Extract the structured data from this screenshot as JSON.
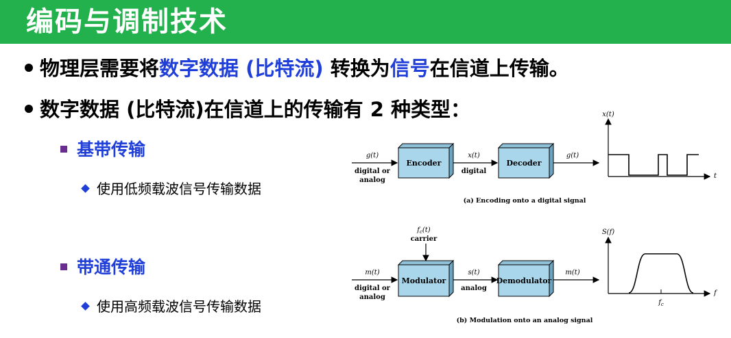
{
  "slide": {
    "title": "编码与调制技术",
    "bullet1": {
      "pre": "物理层需要将",
      "hl1": "数字数据 (比特流)",
      "mid": " 转换为",
      "hl2": "信号",
      "post": "在信道上传输。"
    },
    "bullet2": "数字数据 (比特流)在信道上的传输有 2 种类型：",
    "baseband": {
      "heading": "基带传输",
      "detail": "使用低频载波信号传输数据"
    },
    "passband": {
      "heading": "带通传输",
      "detail": "使用高频载波信号传输数据"
    }
  },
  "diagram_a": {
    "input_signal": "g(t)",
    "input_desc1": "digital or",
    "input_desc2": "analog",
    "box1": "Encoder",
    "mid_signal": "x(t)",
    "mid_desc": "digital",
    "box2": "Decoder",
    "output_signal": "g(t)",
    "caption": "(a) Encoding onto a digital signal",
    "plot_ylabel": "x(t)",
    "plot_xlabel": "t"
  },
  "diagram_b": {
    "carrier_signal": "f_c(t)",
    "carrier_label": "carrier",
    "input_signal": "m(t)",
    "input_desc1": "digital or",
    "input_desc2": "analog",
    "box1": "Modulator",
    "mid_signal": "s(t)",
    "mid_desc": "analog",
    "box2": "Demodulator",
    "output_signal": "m(t)",
    "caption": "(b) Modulation onto an analog signal",
    "plot_ylabel": "S(f)",
    "plot_xlabel": "f",
    "plot_center": "f_c"
  },
  "colors": {
    "title_bg": "#22b14c",
    "highlight": "#1f3fd8",
    "box_fill": "#a9d6ea",
    "square_bullet": "#6a2c91"
  }
}
